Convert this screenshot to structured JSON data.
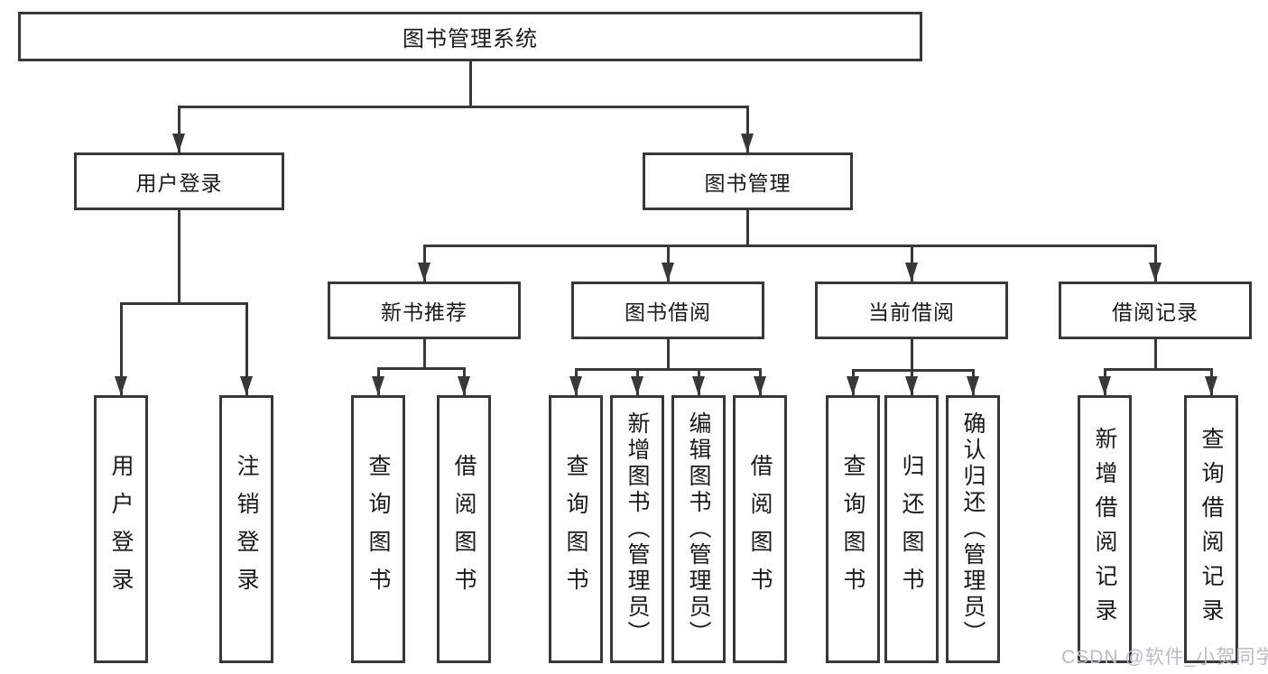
{
  "diagram": {
    "type": "hierarchy-tree",
    "colors": {
      "line": "#383838",
      "text": "#1a1a1a",
      "watermark": "#b9bcc3",
      "background": "#ffffff"
    },
    "nodes": {
      "root": "图书管理系统",
      "user_login": "用户登录",
      "book_mgmt": "图书管理",
      "new_book_rec": "新书推荐",
      "book_borrow": "图书借阅",
      "current_borrow": "当前借阅",
      "borrow_record": "借阅记录",
      "leaf_login": "用户登录",
      "leaf_logout": "注销登录",
      "leaf_rec_query": "查询图书",
      "leaf_rec_borrow": "借阅图书",
      "leaf_bb_query": "查询图书",
      "leaf_bb_add": "新增图书（管理员）",
      "leaf_bb_edit": "编辑图书（管理员）",
      "leaf_bb_borrow": "借阅图书",
      "leaf_cb_query": "查询图书",
      "leaf_cb_return": "归还图书",
      "leaf_cb_confirm": "确认归还（管理员）",
      "leaf_br_add": "新增借阅记录",
      "leaf_br_query": "查询借阅记录"
    },
    "edges": [
      [
        "root",
        "user_login"
      ],
      [
        "root",
        "book_mgmt"
      ],
      [
        "user_login",
        "leaf_login"
      ],
      [
        "user_login",
        "leaf_logout"
      ],
      [
        "book_mgmt",
        "new_book_rec"
      ],
      [
        "book_mgmt",
        "book_borrow"
      ],
      [
        "book_mgmt",
        "current_borrow"
      ],
      [
        "book_mgmt",
        "borrow_record"
      ],
      [
        "new_book_rec",
        "leaf_rec_query"
      ],
      [
        "new_book_rec",
        "leaf_rec_borrow"
      ],
      [
        "book_borrow",
        "leaf_bb_query"
      ],
      [
        "book_borrow",
        "leaf_bb_add"
      ],
      [
        "book_borrow",
        "leaf_bb_edit"
      ],
      [
        "book_borrow",
        "leaf_bb_borrow"
      ],
      [
        "current_borrow",
        "leaf_cb_query"
      ],
      [
        "current_borrow",
        "leaf_cb_return"
      ],
      [
        "current_borrow",
        "leaf_cb_confirm"
      ],
      [
        "borrow_record",
        "leaf_br_add"
      ],
      [
        "borrow_record",
        "leaf_br_query"
      ]
    ]
  },
  "watermark": "CSDN @软件_小贺同学"
}
